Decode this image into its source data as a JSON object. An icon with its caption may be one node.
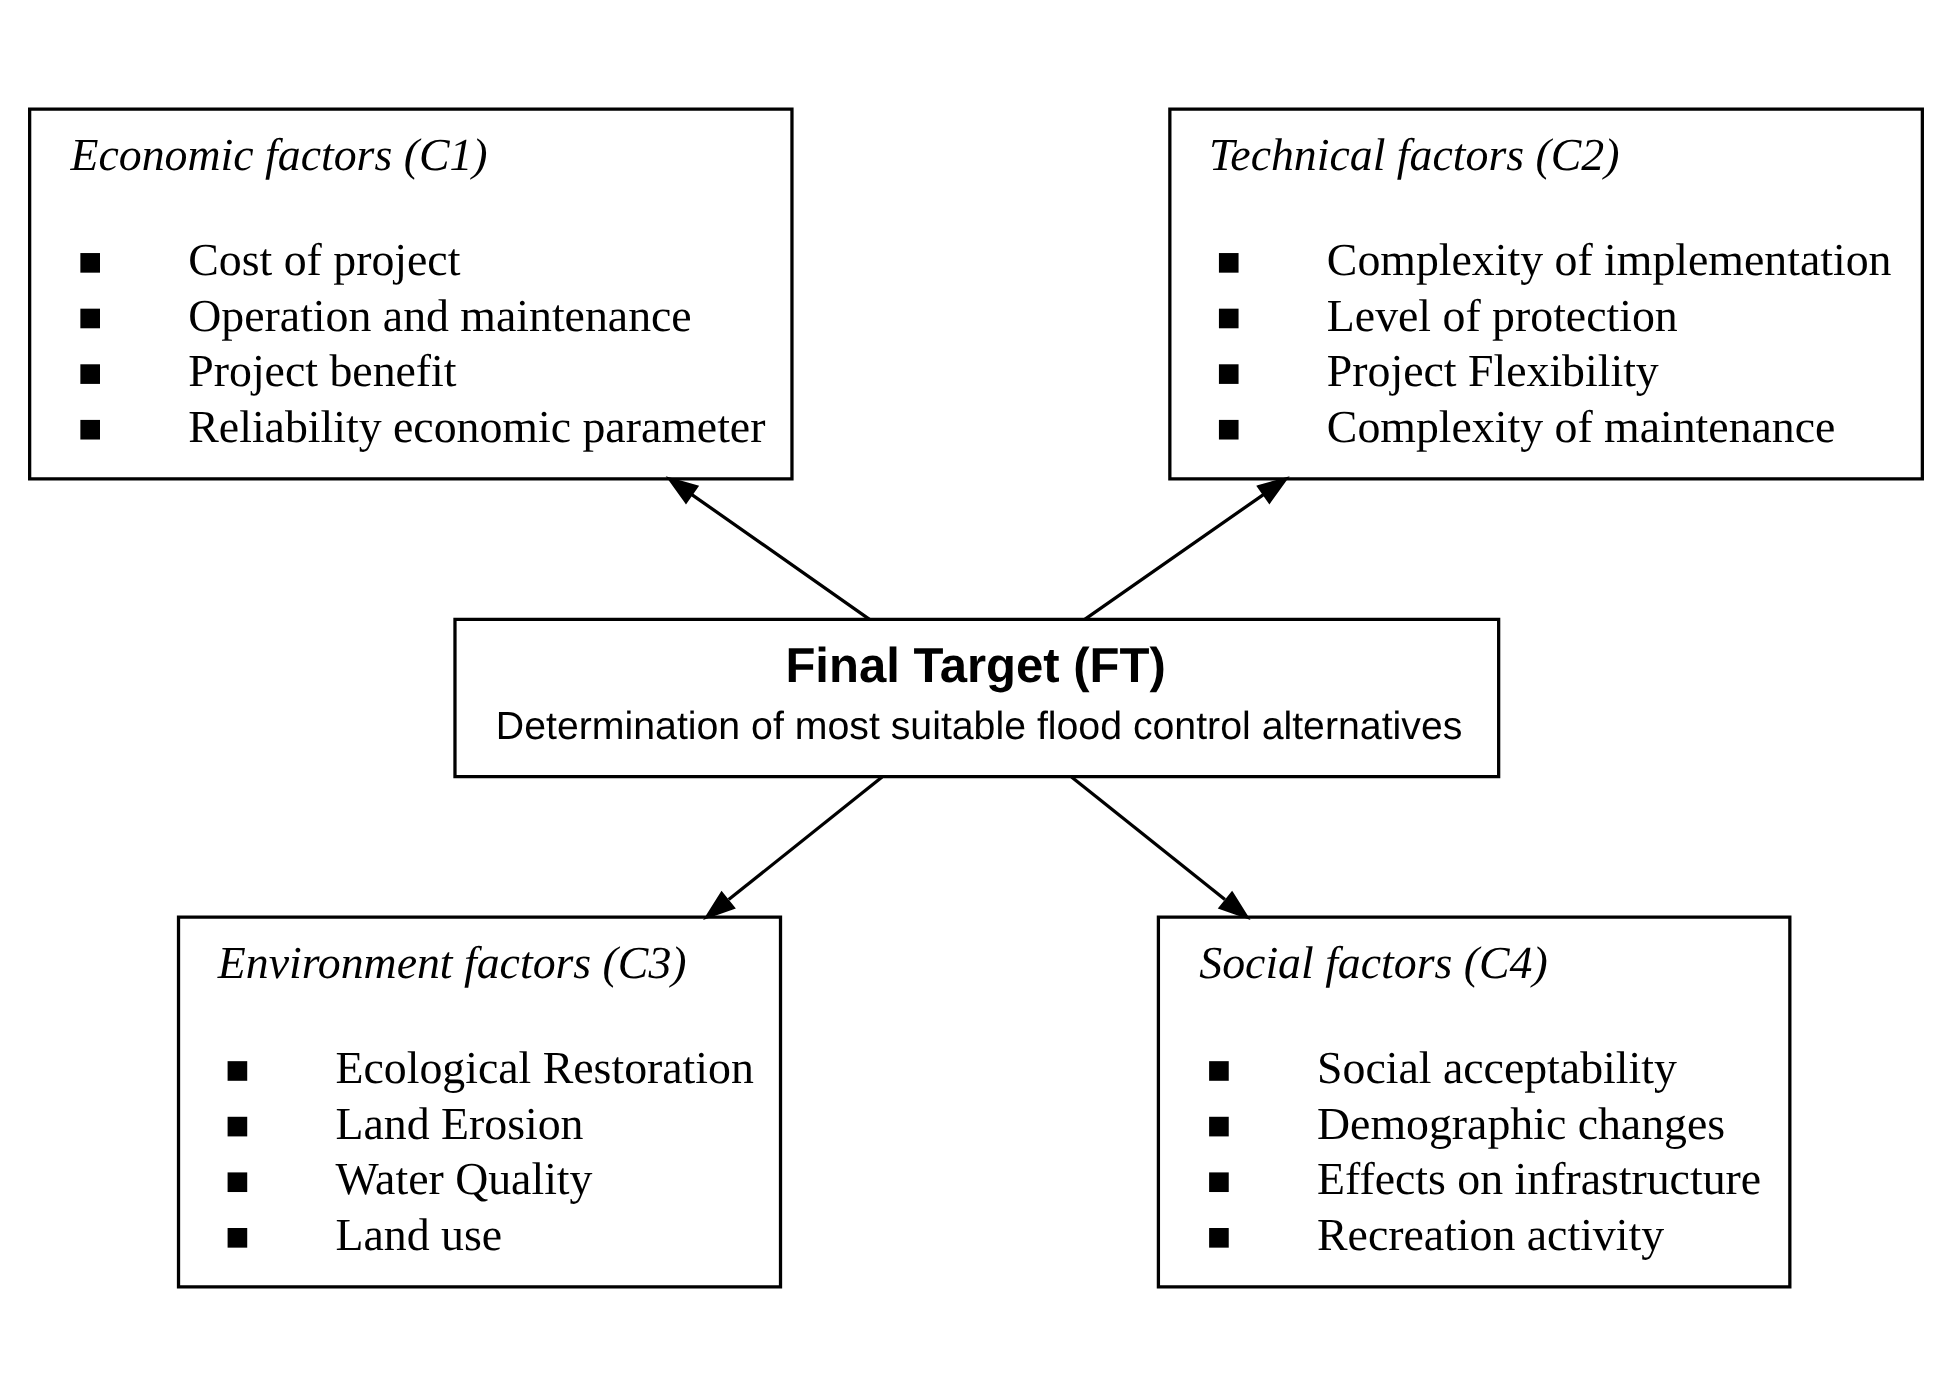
{
  "diagram": {
    "nodes": [
      {
        "text": [
          "Economic factors (C1)",
          "Cost of project",
          "Operation and maintenance",
          "Project benefit",
          "Reliability economic parameter"
        ]
      },
      {
        "text": [
          "Technical factors (C2)",
          "Complexity of implementation",
          "Level of protection",
          "Project Flexibility",
          "Complexity of maintenance"
        ]
      },
      {
        "text": [
          "Final Target (FT)",
          "Determination of most suitable flood control alternatives"
        ]
      },
      {
        "text": [
          "Environment factors (C3)",
          "Ecological Restoration",
          "Land Erosion",
          "Water Quality",
          "Land use"
        ]
      },
      {
        "text": [
          "Social factors (C4)",
          "Social acceptability",
          "Demographic changes",
          "Effects on infrastructure",
          "Recreation activity"
        ]
      }
    ],
    "edges": [
      {
        "from": 2,
        "to": 0,
        "arrow": "to"
      },
      {
        "from": 2,
        "to": 1,
        "arrow": "to"
      },
      {
        "from": 2,
        "to": 3,
        "arrow": "to"
      },
      {
        "from": 2,
        "to": 4,
        "arrow": "to"
      }
    ]
  }
}
